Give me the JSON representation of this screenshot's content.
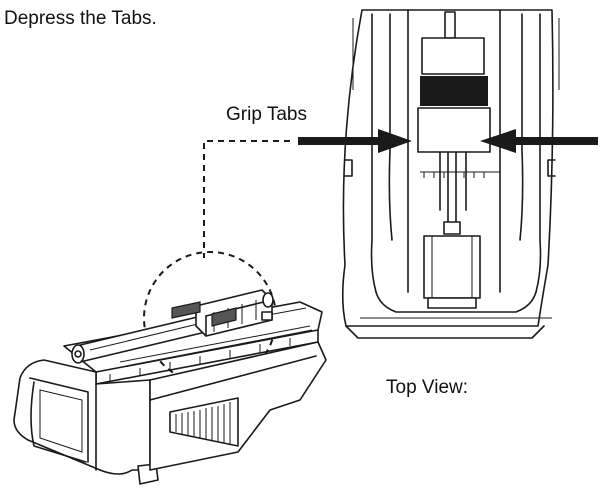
{
  "labels": {
    "instruction": "Depress the Tabs.",
    "grip_tabs": "Grip Tabs",
    "top_view": "Top View:"
  },
  "colors": {
    "ink": "#1a1a1a",
    "tab_fill": "#555555",
    "background": "#ffffff"
  },
  "icons": {
    "arrow_left": "right-pointing-arrow-icon",
    "arrow_right": "left-pointing-arrow-icon"
  }
}
